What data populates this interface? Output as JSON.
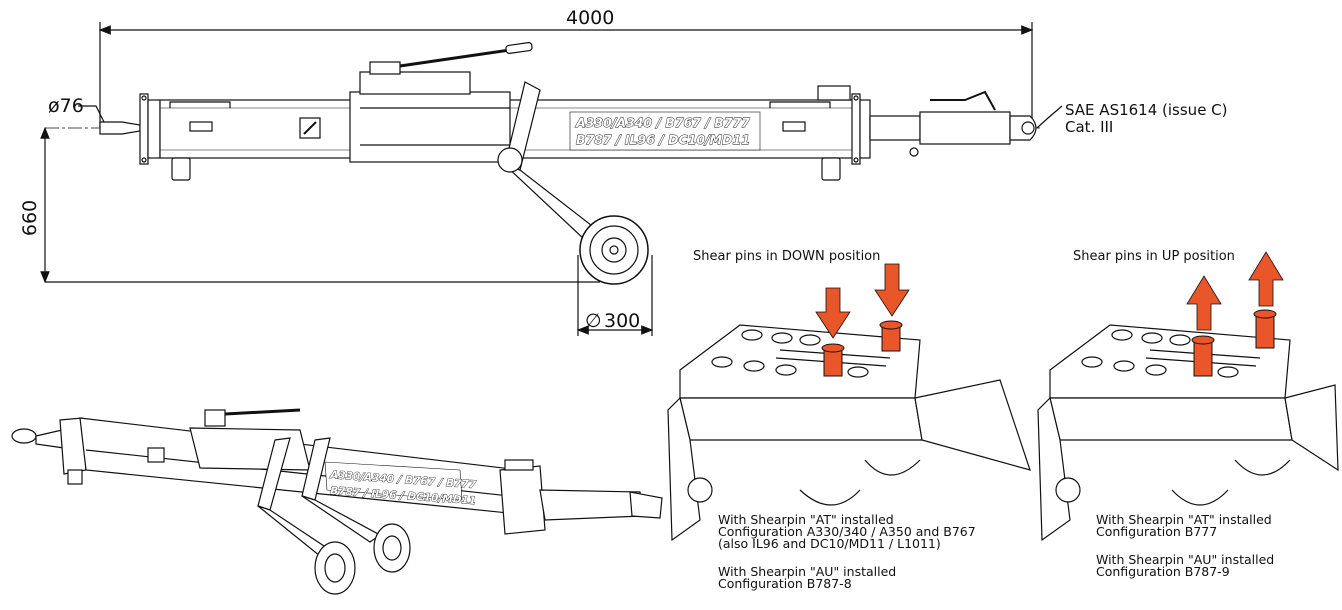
{
  "dimensions": {
    "overall_length": "4000",
    "drawbar_eye_diameter": "ø76",
    "height": "660",
    "wheel_diameter": "300",
    "wheel_diameter_symbol": "∅"
  },
  "callouts": {
    "coupling_standard_line1": "SAE AS1614 (issue C)",
    "coupling_standard_line2": "Cat. III"
  },
  "stencil": {
    "line1": "A330/A340 / B767 / B777",
    "line2": "B787 / IL96 / DC10/MD11"
  },
  "detail_down": {
    "title": "Shear pins in DOWN position",
    "notes": [
      "With Shearpin \"AT\" installed",
      "Configuration A330/340 / A350 and B767",
      "(also IL96 and DC10/MD11 / L1011)",
      "",
      "With Shearpin \"AU\" installed",
      "Configuration B787-8"
    ]
  },
  "detail_up": {
    "title": "Shear pins in UP position",
    "notes": [
      "With Shearpin \"AT\" installed",
      "Configuration B777",
      "",
      "With Shearpin \"AU\" installed",
      "Configuration B787-9"
    ]
  },
  "colors": {
    "line": "#111111",
    "pin": "#e8562a",
    "arrow": "#e8562a"
  }
}
